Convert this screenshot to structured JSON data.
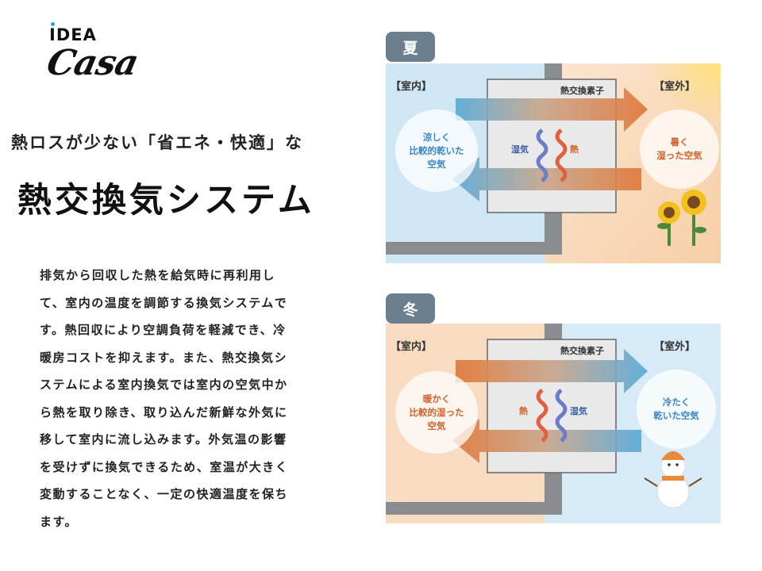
{
  "logo": {
    "top": "IDEA",
    "script": "Casa"
  },
  "subtitle": "熱ロスが少ない「省エネ・快適」な",
  "title": "熱交換気システム",
  "body_lines": [
    "排気から回収した熱を給気時に再利用し",
    "て、室内の温度を調節する換気システムで",
    "す。熱回収により空調負荷を軽減でき、冷",
    "暖房コストを抑えます。また、熱交換気シ",
    "ステムによる室内換気では室内の空気中か",
    "ら熱を取り除き、取り込んだ新鮮な外気に",
    "移して室内に流し込みます。外気温の影響",
    "を受けずに換気できるため、室温が大きく",
    "変動することなく、一定の快適温度を保ち",
    "ます。"
  ],
  "summer": {
    "season": "夏",
    "indoor": "【室内】",
    "outdoor": "【室外】",
    "element": "熱交換素子",
    "left_bubble": [
      "涼しく",
      "比較的乾いた",
      "空気"
    ],
    "right_bubble": [
      "暑く",
      "湿った空気"
    ],
    "left_coil": "湿気",
    "right_coil": "熱",
    "colors": {
      "cool": "#5aaad8",
      "warm": "#e0783a"
    }
  },
  "winter": {
    "season": "冬",
    "indoor": "【室内】",
    "outdoor": "【室外】",
    "element": "熱交換素子",
    "left_bubble": [
      "暖かく",
      "比較的湿った",
      "空気"
    ],
    "right_bubble": [
      "冷たく",
      "乾いた空気"
    ],
    "left_coil": "熱",
    "right_coil": "湿気",
    "colors": {
      "cool": "#5aaad8",
      "warm": "#e0783a"
    }
  }
}
